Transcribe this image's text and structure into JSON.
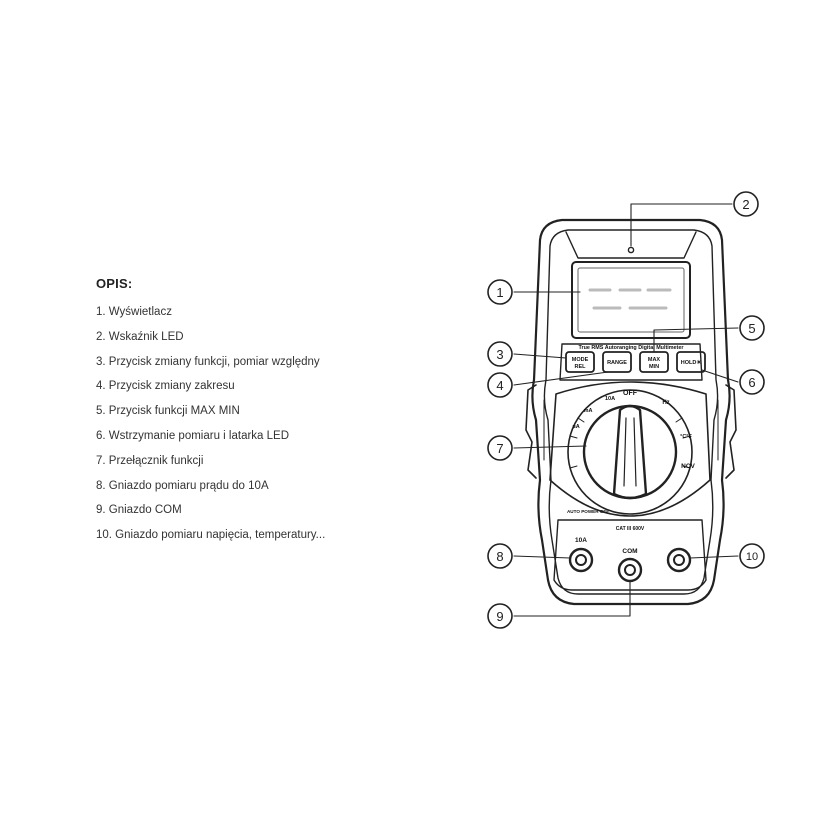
{
  "description": {
    "heading": "OPIS:",
    "items": [
      "1. Wyświetlacz",
      "2. Wskaźnik LED",
      "3. Przycisk zmiany funkcji, pomiar względny",
      "4. Przycisk zmiany zakresu",
      "5. Przycisk funkcji MAX MIN",
      "6. Wstrzymanie pomiaru i latarka LED",
      "7. Przełącznik funkcji",
      "8. Gniazdo pomiaru prądu do 10A",
      "9. Gniazdo COM",
      "10. Gniazdo pomiaru napięcia, temperatury..."
    ]
  },
  "diagram": {
    "callouts": [
      "1",
      "2",
      "3",
      "4",
      "5",
      "6",
      "7",
      "8",
      "9",
      "10"
    ],
    "model_text": "True RMS Autoranging Digital Multimeter",
    "buttons": {
      "mode": [
        "MODE",
        "REL"
      ],
      "range": "RANGE",
      "maxmin": [
        "MAX",
        "MIN"
      ],
      "hold": "HOLD☀"
    },
    "dial": {
      "off": "OFF",
      "hz": "Hz",
      "ncv": "NCV",
      "temp": "°C°F",
      "ua": "μA",
      "ma": "mA",
      "a10": "10A"
    },
    "auto_power_off": "AUTO POWER OFF",
    "jacks": {
      "a10": "10A",
      "com": "COM",
      "cat": "CAT III 600V"
    }
  }
}
